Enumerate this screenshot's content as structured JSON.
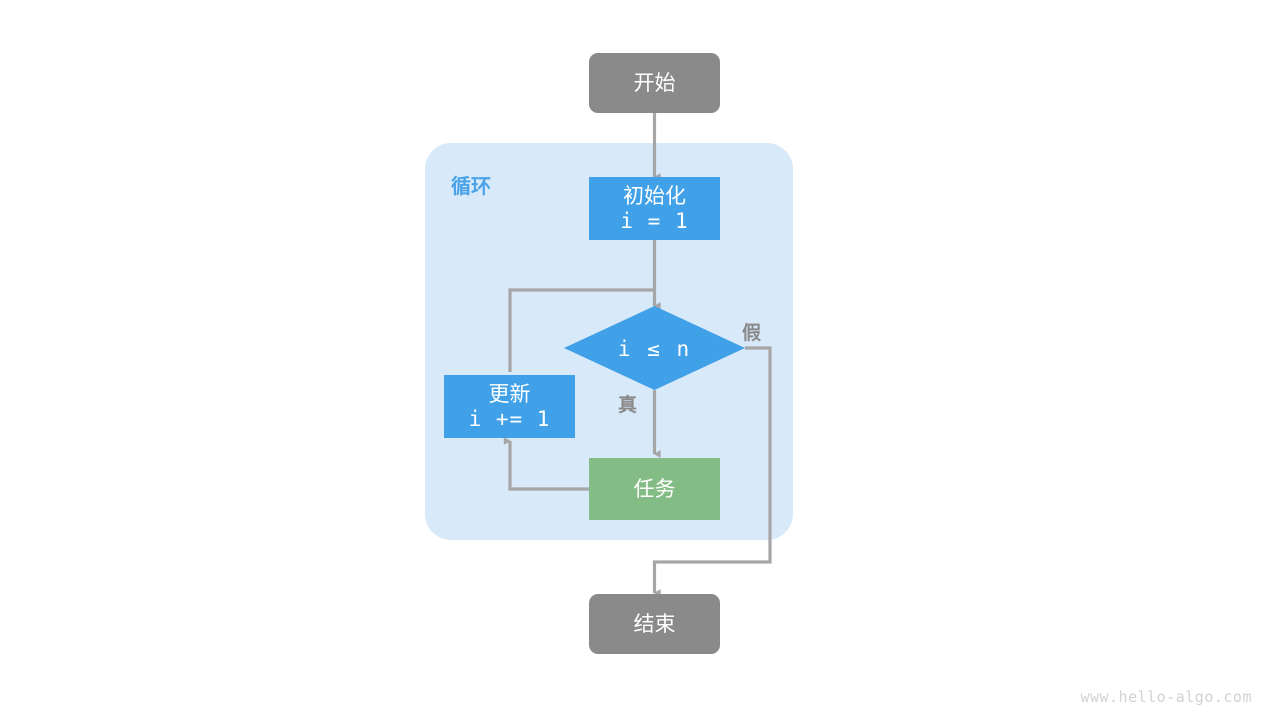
{
  "diagram": {
    "title_watermark": "www.hello-algo.com",
    "loop_container": {
      "label": "循环"
    },
    "nodes": {
      "start": {
        "label": "开始",
        "shape": "rounded-rect",
        "color": "#8a8a8a"
      },
      "init": {
        "label_cn": "初始化",
        "label_code": "i = 1",
        "shape": "rect",
        "color": "#40a0e8"
      },
      "condition": {
        "label": "i ≤ n",
        "shape": "diamond",
        "color": "#40a0e8"
      },
      "update": {
        "label_cn": "更新",
        "label_code": "i += 1",
        "shape": "rect",
        "color": "#40a0e8"
      },
      "task": {
        "label": "任务",
        "shape": "rect",
        "color": "#83bc84"
      },
      "end": {
        "label": "结束",
        "shape": "rounded-rect",
        "color": "#8a8a8a"
      }
    },
    "edge_labels": {
      "true_branch": "真",
      "false_branch": "假"
    },
    "colors": {
      "background": "#ffffff",
      "terminal": "#8a8a8a",
      "process": "#40a0e8",
      "task": "#83bc84",
      "loop_container": "#d8e9f9",
      "edge": "#a6a6a6",
      "loop_label": "#4aa3e8",
      "watermark": "#d2d2d2"
    }
  }
}
